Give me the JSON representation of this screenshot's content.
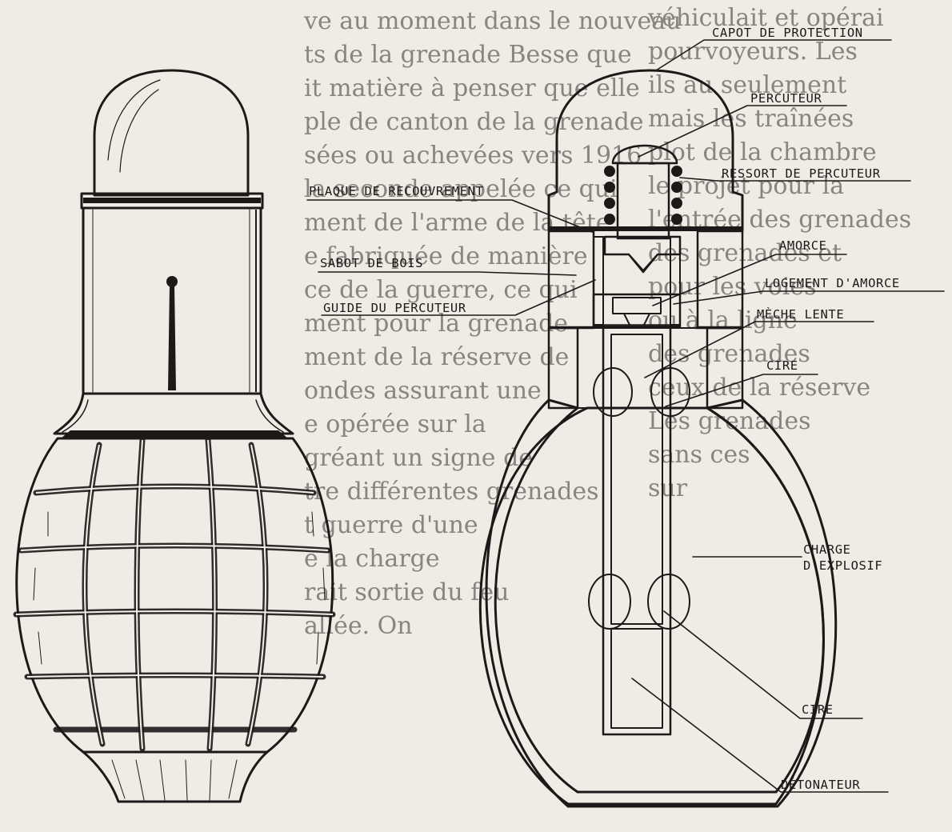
{
  "background_text": [
    "ve au moment dans le nouveau",
    "ts de la grenade Besse que",
    "it matière à penser que elle",
    "ple de canton de la grenade",
    "sées ou achevées vers 1916",
    "la seconde appelée ce qui",
    "ment de l'arme de la tête",
    "e fabriquée de manière",
    "ce de la guerre, ce qui",
    "ment pour la grenade",
    "ment de la réserve de",
    "ondes assurant une",
    "e opérée sur la",
    "gréant un signe de",
    "tre différentes grenades",
    "t guerre d'une",
    "e la charge",
    "rait sortie du feu",
    "allée. On"
  ],
  "background_text_right": [
    "véhiculait et opérai",
    "pourvoyeurs. Les",
    "ils au seulement",
    "mais les traînées",
    "plot de la chambre",
    "le projet pour la",
    "l'entrée des grenades",
    "des grenades et",
    "pour les voies",
    "ou à la ligne",
    "des grenades",
    "ceux de la réserve",
    "Les grenades",
    "sans ces",
    "sur"
  ],
  "labels": {
    "capot": "CAPOT DE PROTECTION",
    "percuteur": "PERCUTEUR",
    "ressort": "RESSORT DE PERCUTEUR",
    "plaque": "PLAQUE DE RECOUVREMENT",
    "sabot": "SABOT DE BOIS",
    "guide": "GUIDE DU PERCUTEUR",
    "amorce": "AMORCE",
    "logement": "LOGEMENT D'AMORCE",
    "meche": "MÈCHE LENTE",
    "cire_top": "CIRE",
    "charge_1": "CHARGE",
    "charge_2": "D'EXPLOSIF",
    "cire_bottom": "CIRE",
    "detonateur": "DÉTONATEUR"
  },
  "colors": {
    "ink": "#1c1a18",
    "paper": "#f1ebe6"
  }
}
